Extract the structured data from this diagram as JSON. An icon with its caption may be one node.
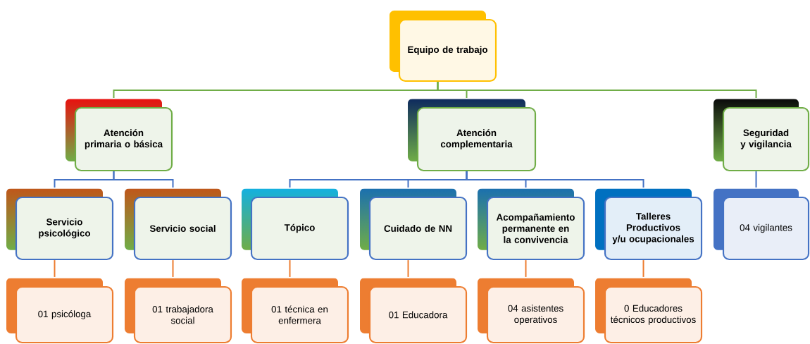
{
  "diagram": {
    "nodes": [
      {
        "text": [
          "Equipo de trabajo"
        ]
      },
      {
        "text": [
          "Atención primaria o básica"
        ]
      },
      {
        "text": [
          "Atención complementaria"
        ]
      },
      {
        "text": [
          "Seguridad y vigilancia"
        ]
      },
      {
        "text": [
          "Servicio psicológico"
        ]
      },
      {
        "text": [
          "Servicio social"
        ]
      },
      {
        "text": [
          "Tópico"
        ]
      },
      {
        "text": [
          "Cuidado de NN"
        ]
      },
      {
        "text": [
          "Acompañamiento permanente en la convivencia"
        ]
      },
      {
        "text": [
          "Talleres Productivos y/u ocupacionales"
        ]
      },
      {
        "text": [
          "04 vigilantes"
        ]
      },
      {
        "text": [
          "01 psicóloga"
        ]
      },
      {
        "text": [
          "01 trabajadora social"
        ]
      },
      {
        "text": [
          "01 técnica en enfermera"
        ]
      },
      {
        "text": [
          "01 Educadora"
        ]
      },
      {
        "text": [
          "04 asistentes operativos"
        ]
      },
      {
        "text": [
          "0 Educadores técnicos productivos"
        ]
      }
    ],
    "edges": [
      {
        "from": 0,
        "to": 1,
        "arrow": "none",
        "color": "#70ad47"
      },
      {
        "from": 0,
        "to": 2,
        "arrow": "none",
        "color": "#70ad47"
      },
      {
        "from": 0,
        "to": 3,
        "arrow": "none",
        "color": "#70ad47"
      },
      {
        "from": 1,
        "to": 4,
        "arrow": "none"
      },
      {
        "from": 1,
        "to": 5,
        "arrow": "none"
      },
      {
        "from": 2,
        "to": 6,
        "arrow": "none"
      },
      {
        "from": 2,
        "to": 7,
        "arrow": "none"
      },
      {
        "from": 2,
        "to": 8,
        "arrow": "none"
      },
      {
        "from": 2,
        "to": 9,
        "arrow": "none"
      },
      {
        "from": 3,
        "to": 10,
        "arrow": "none"
      },
      {
        "from": 4,
        "to": 11,
        "arrow": "none",
        "color": "#ed7d31"
      },
      {
        "from": 5,
        "to": 12,
        "arrow": "none",
        "color": "#ed7d31"
      },
      {
        "from": 6,
        "to": 13,
        "arrow": "none",
        "color": "#ed7d31"
      },
      {
        "from": 7,
        "to": 14,
        "arrow": "none",
        "color": "#ed7d31"
      },
      {
        "from": 8,
        "to": 15,
        "arrow": "none",
        "color": "#ed7d31"
      },
      {
        "from": 9,
        "to": 16,
        "arrow": "none",
        "color": "#ed7d31"
      }
    ]
  }
}
